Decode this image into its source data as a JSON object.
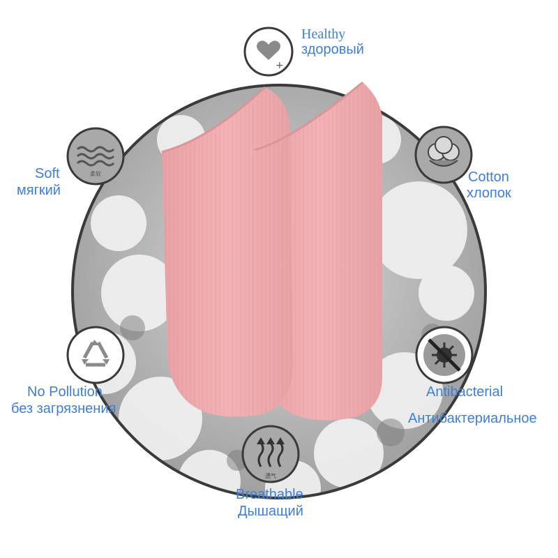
{
  "features": {
    "healthy": {
      "en": "Healthy",
      "ru": "здоровый",
      "icon": "heart-plus-icon"
    },
    "soft": {
      "en": "Soft",
      "ru": "мягкий",
      "icon": "waves-icon",
      "caption": "柔软"
    },
    "cotton": {
      "en": "Cotton",
      "ru": "хлопок",
      "icon": "cotton-boll-icon"
    },
    "no_pollution": {
      "en": "No Pollution",
      "ru": "без загрязнения",
      "icon": "recycle-icon"
    },
    "antibacterial": {
      "en": "Antibacterial",
      "ru": "Антибактериальное",
      "icon": "no-bacteria-icon"
    },
    "breathable": {
      "en": "Breathable",
      "ru": "Дышащий",
      "icon": "heat-arrows-icon",
      "caption": "透气"
    }
  },
  "colors": {
    "label": "#3f7fd6",
    "sock": "#efadb0",
    "icon_ring": "#3a3a3a",
    "icon_fill": "#8a8a8a"
  }
}
